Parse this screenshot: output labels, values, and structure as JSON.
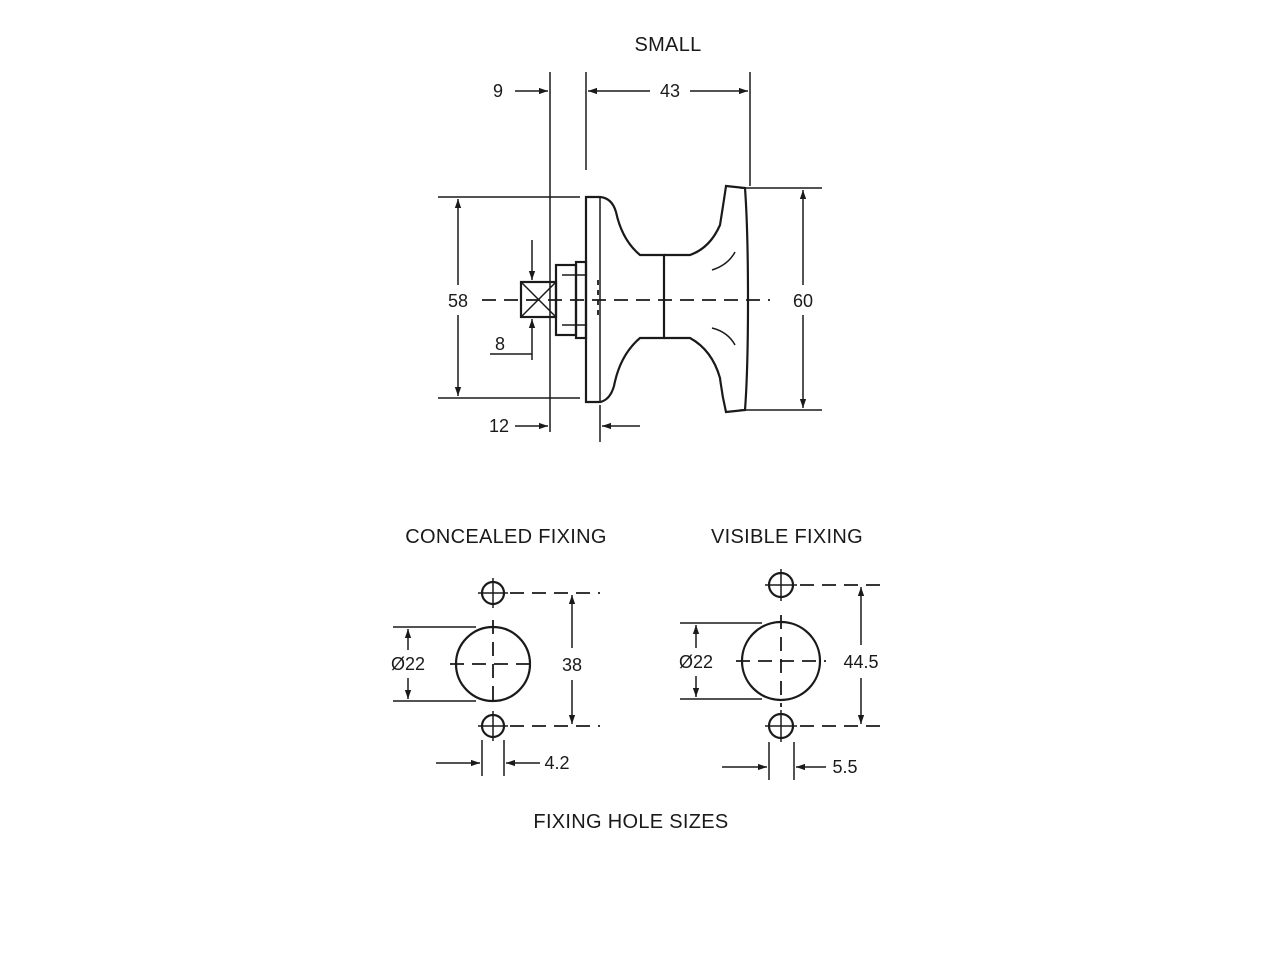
{
  "titles": {
    "main": "SMALL",
    "concealed": "CONCEALED FIXING",
    "visible": "VISIBLE FIXING",
    "footer": "FIXING HOLE SIZES"
  },
  "dimensions": {
    "spindle_offset": "9",
    "knob_depth": "43",
    "rose_height": "58",
    "knob_height": "60",
    "spindle_square": "8",
    "rose_thickness": "12",
    "concealed_bore": "Ø22",
    "concealed_centres": "38",
    "concealed_hole": "4.2",
    "visible_bore": "Ø22",
    "visible_centres": "44.5",
    "visible_hole": "5.5"
  }
}
